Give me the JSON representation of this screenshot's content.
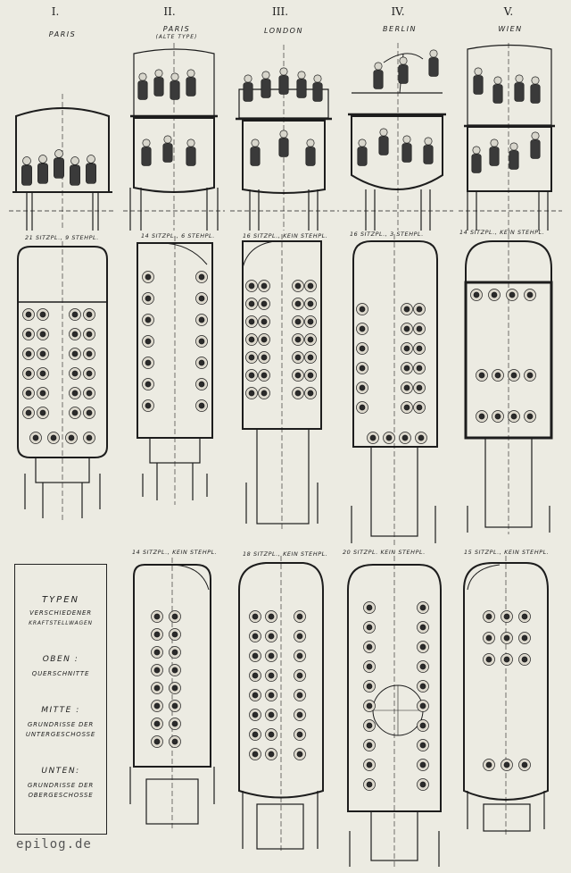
{
  "columns": [
    {
      "numeral": "I.",
      "city": "PARIS",
      "sub": "",
      "lower_seats": "21 SITZPL., 9 STEHPL.",
      "upper_seats": ""
    },
    {
      "numeral": "II.",
      "city": "PARIS",
      "sub": "(ALTE TYPE)",
      "lower_seats": "14 SITZPL., 6 STEHPL.",
      "upper_seats": "14 SITZPL., KEIN STEHPL."
    },
    {
      "numeral": "III.",
      "city": "LONDON",
      "sub": "",
      "lower_seats": "16 SITZPL., KEIN STEHPL.",
      "upper_seats": "18 SITZPL., KEIN STEHPL."
    },
    {
      "numeral": "IV.",
      "city": "BERLIN",
      "sub": "",
      "lower_seats": "16 SITZPL., 3 STEHPL.",
      "upper_seats": "20 SITZPL. KEIN STEHPL."
    },
    {
      "numeral": "V.",
      "city": "WIEN",
      "sub": "",
      "lower_seats": "14 SITZPL., KEIN STEHPL.",
      "upper_seats": "15 SITZPL., KEIN STEHPL."
    }
  ],
  "legend": {
    "title": "TYPEN",
    "subtitle_1": "VERSCHIEDENER",
    "subtitle_2": "KRAFTSTELLWAGEN",
    "oben_label": "OBEN :",
    "oben_text": "QUERSCHNITTE",
    "mitte_label": "MITTE :",
    "mitte_text_1": "GRUNDRISSE DER",
    "mitte_text_2": "UNTERGESCHOSSE",
    "unten_label": "UNTEN:",
    "unten_text_1": "GRUNDRISSE DER",
    "unten_text_2": "OBERGESCHOSSE"
  },
  "watermark": "epilog.de"
}
